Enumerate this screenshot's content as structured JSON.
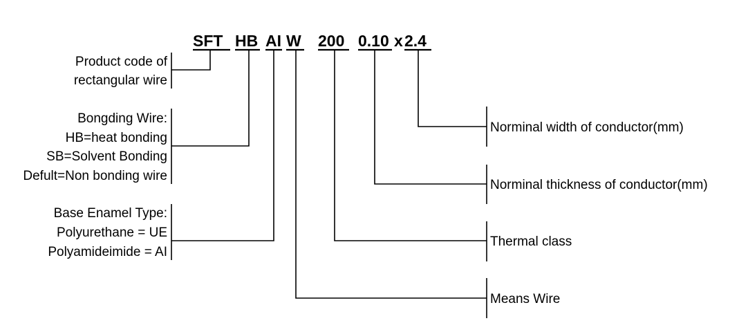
{
  "code_segments": {
    "product": "SFT",
    "bonding": "HB",
    "enamel": "AI",
    "wire": "W",
    "thermal": "200",
    "thickness": "0.10",
    "separator": "x",
    "width": "2.4"
  },
  "left_labels": {
    "product_code": [
      "Product code of",
      "rectangular wire"
    ],
    "bonding": [
      "Bongding Wire:",
      "HB=heat bonding",
      "SB=Solvent Bonding",
      "Defult=Non bonding wire"
    ],
    "enamel": [
      "Base Enamel Type:",
      "Polyurethane =  UE",
      "Polyamideimide =  AI"
    ]
  },
  "right_labels": {
    "width": "Norminal width of conductor(mm)",
    "thickness": "Norminal thickness of conductor(mm)",
    "thermal": "Thermal class",
    "wire": "Means Wire"
  }
}
